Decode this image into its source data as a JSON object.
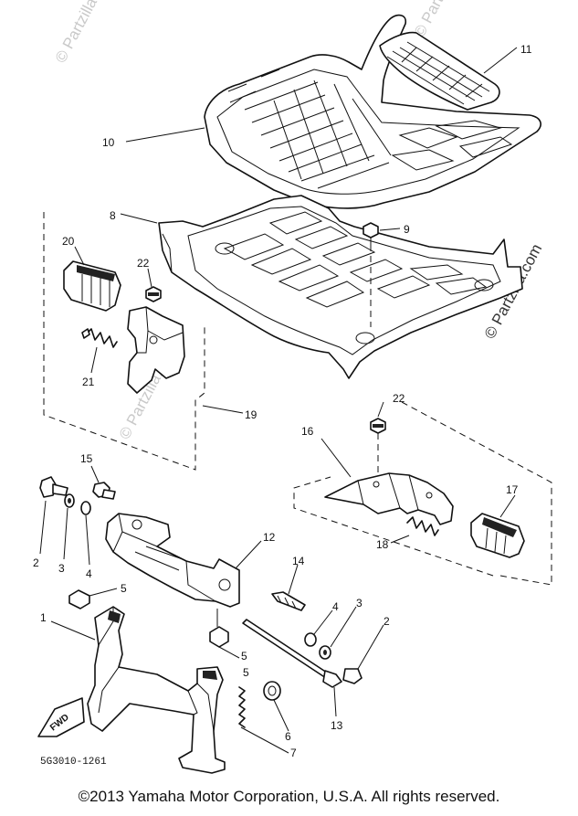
{
  "callouts": [
    {
      "label": "11"
    },
    {
      "label": "10"
    },
    {
      "label": "8"
    },
    {
      "label": "9"
    },
    {
      "label": "20"
    },
    {
      "label": "22"
    },
    {
      "label": "21"
    },
    {
      "label": "19"
    },
    {
      "label": "22"
    },
    {
      "label": "16"
    },
    {
      "label": "17"
    },
    {
      "label": "18"
    },
    {
      "label": "15"
    },
    {
      "label": "12"
    },
    {
      "label": "2"
    },
    {
      "label": "3"
    },
    {
      "label": "4"
    },
    {
      "label": "14"
    },
    {
      "label": "4"
    },
    {
      "label": "3"
    },
    {
      "label": "2"
    },
    {
      "label": "5"
    },
    {
      "label": "1"
    },
    {
      "label": "5"
    },
    {
      "label": "5"
    },
    {
      "label": "13"
    },
    {
      "label": "6"
    },
    {
      "label": "7"
    }
  ],
  "watermarks": [
    "© Partzilla.com",
    "© Partzilla.com",
    "© Partzilla.com",
    "© Partzilla.com"
  ],
  "diagram_code": "5G3010-1261",
  "fwd_label": "FWD",
  "copyright": "©2013 Yamaha Motor Corporation, U.S.A. All rights reserved."
}
